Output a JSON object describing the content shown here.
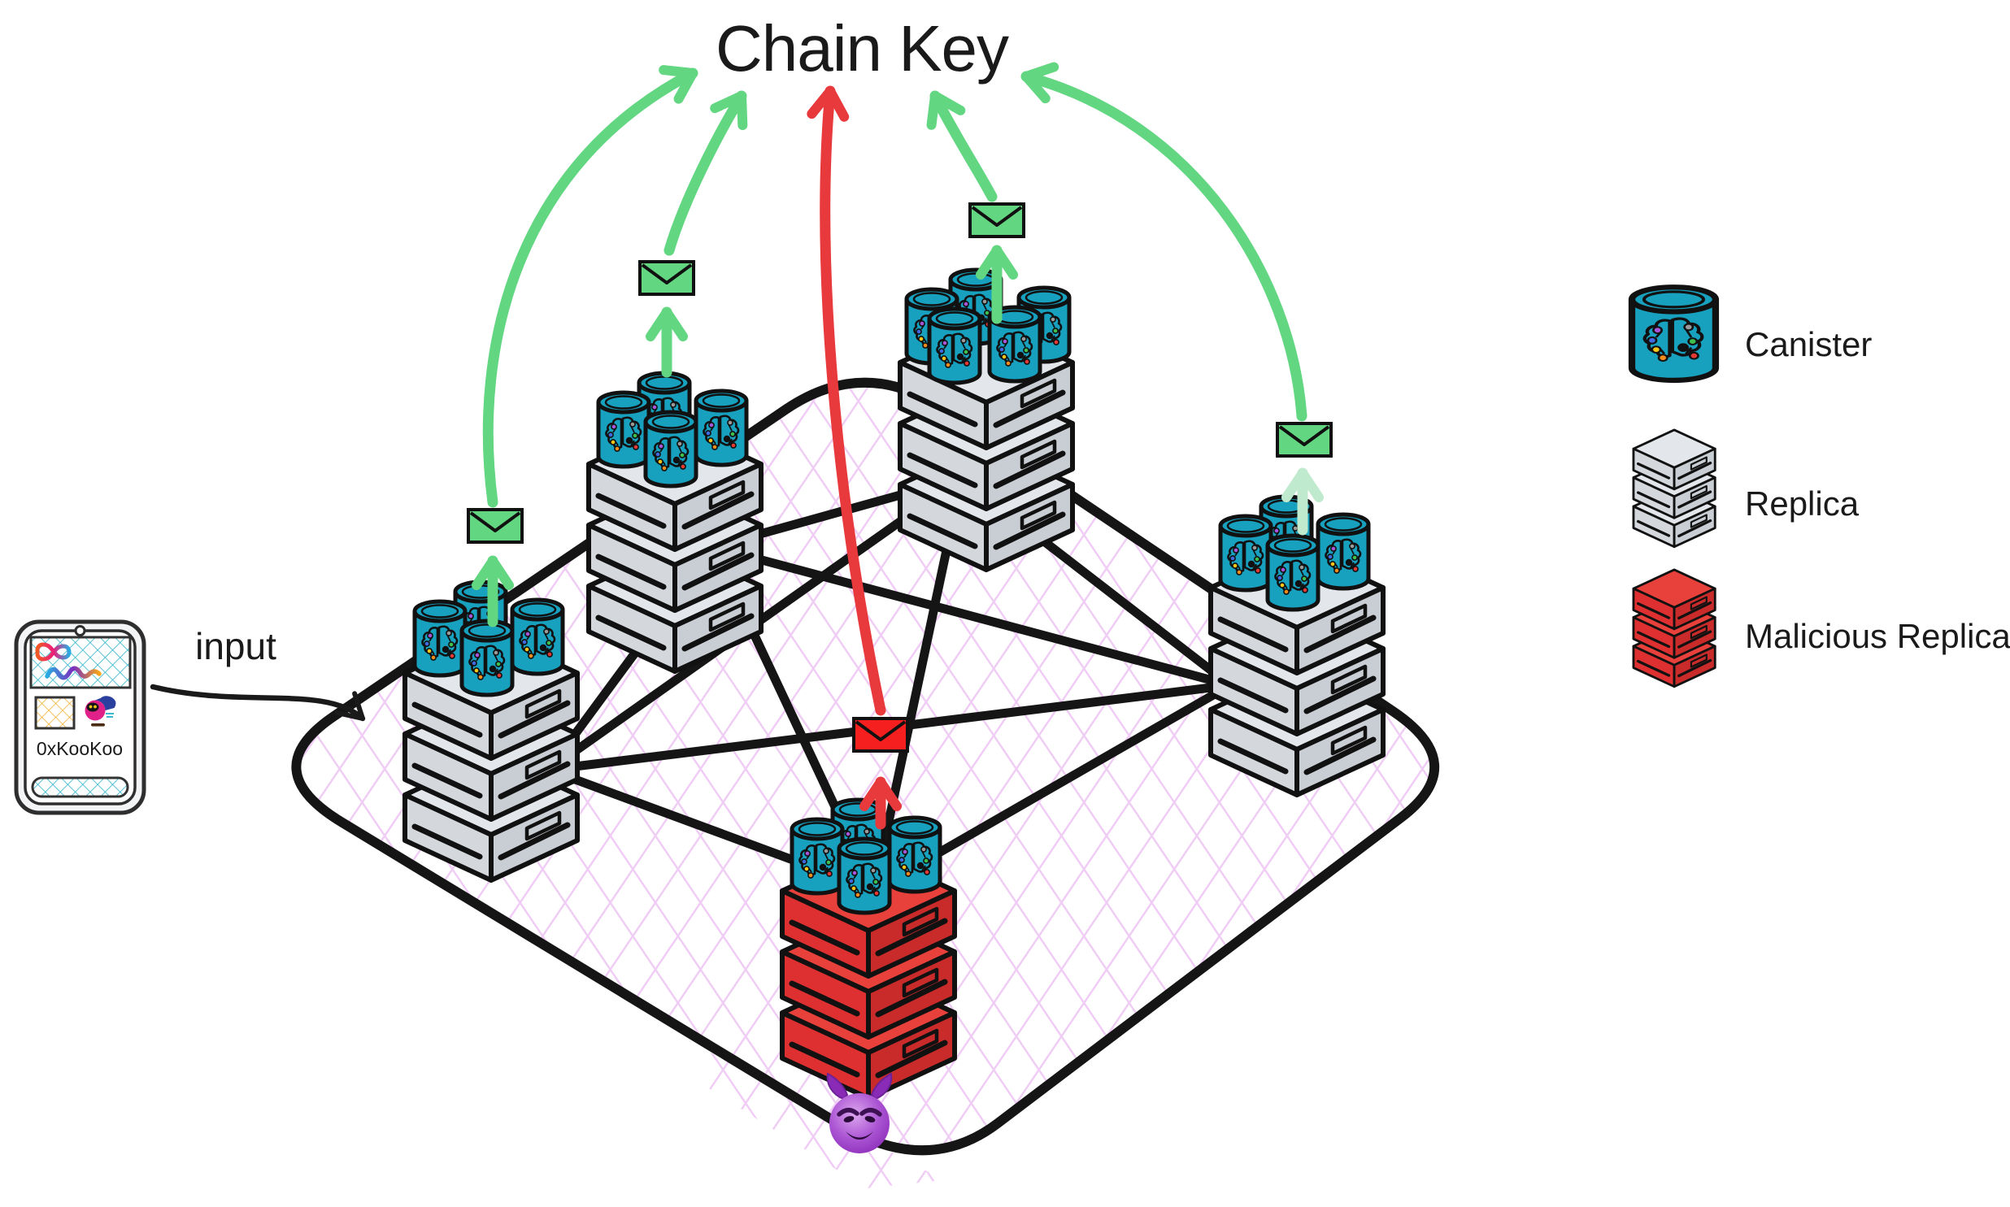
{
  "title": "Chain Key",
  "annotations": {
    "input_label": "input"
  },
  "phone": {
    "address": "0xKooKoo",
    "screen_icons": [
      "infinity-logo",
      "scribble-drawing",
      "nft-placeholder-box",
      "pixel-pet"
    ]
  },
  "legend": {
    "items": [
      {
        "icon": "canister-cylinder",
        "label": "Canister"
      },
      {
        "icon": "replica-stack",
        "label": "Replica"
      },
      {
        "icon": "malicious-replica-stack",
        "label": "Malicious Replica"
      }
    ]
  },
  "network": {
    "topology": "full-mesh",
    "replicas": [
      {
        "id": "west",
        "kind": "replica",
        "canisters": 4,
        "message": "green-envelope"
      },
      {
        "id": "north-west",
        "kind": "replica",
        "canisters": 4,
        "message": "green-envelope"
      },
      {
        "id": "north",
        "kind": "replica",
        "canisters": 5,
        "message": "green-envelope"
      },
      {
        "id": "east",
        "kind": "replica",
        "canisters": 4,
        "message": "green-envelope"
      },
      {
        "id": "south",
        "kind": "malicious-replica",
        "canisters": 4,
        "message": "red-envelope"
      }
    ],
    "attacker_emoji": "smiling-devil"
  },
  "colors": {
    "canister_teal": "#18A1BF",
    "replica_gray": "#D4D8DD",
    "malicious_red": "#DE3030",
    "message_green": "#63D682",
    "message_green_pale": "#BFEACD",
    "attack_red": "#E8393D",
    "mesh_black": "#151515",
    "grid_violet": "#EFCDF4",
    "title_black": "#1A1A1A"
  }
}
